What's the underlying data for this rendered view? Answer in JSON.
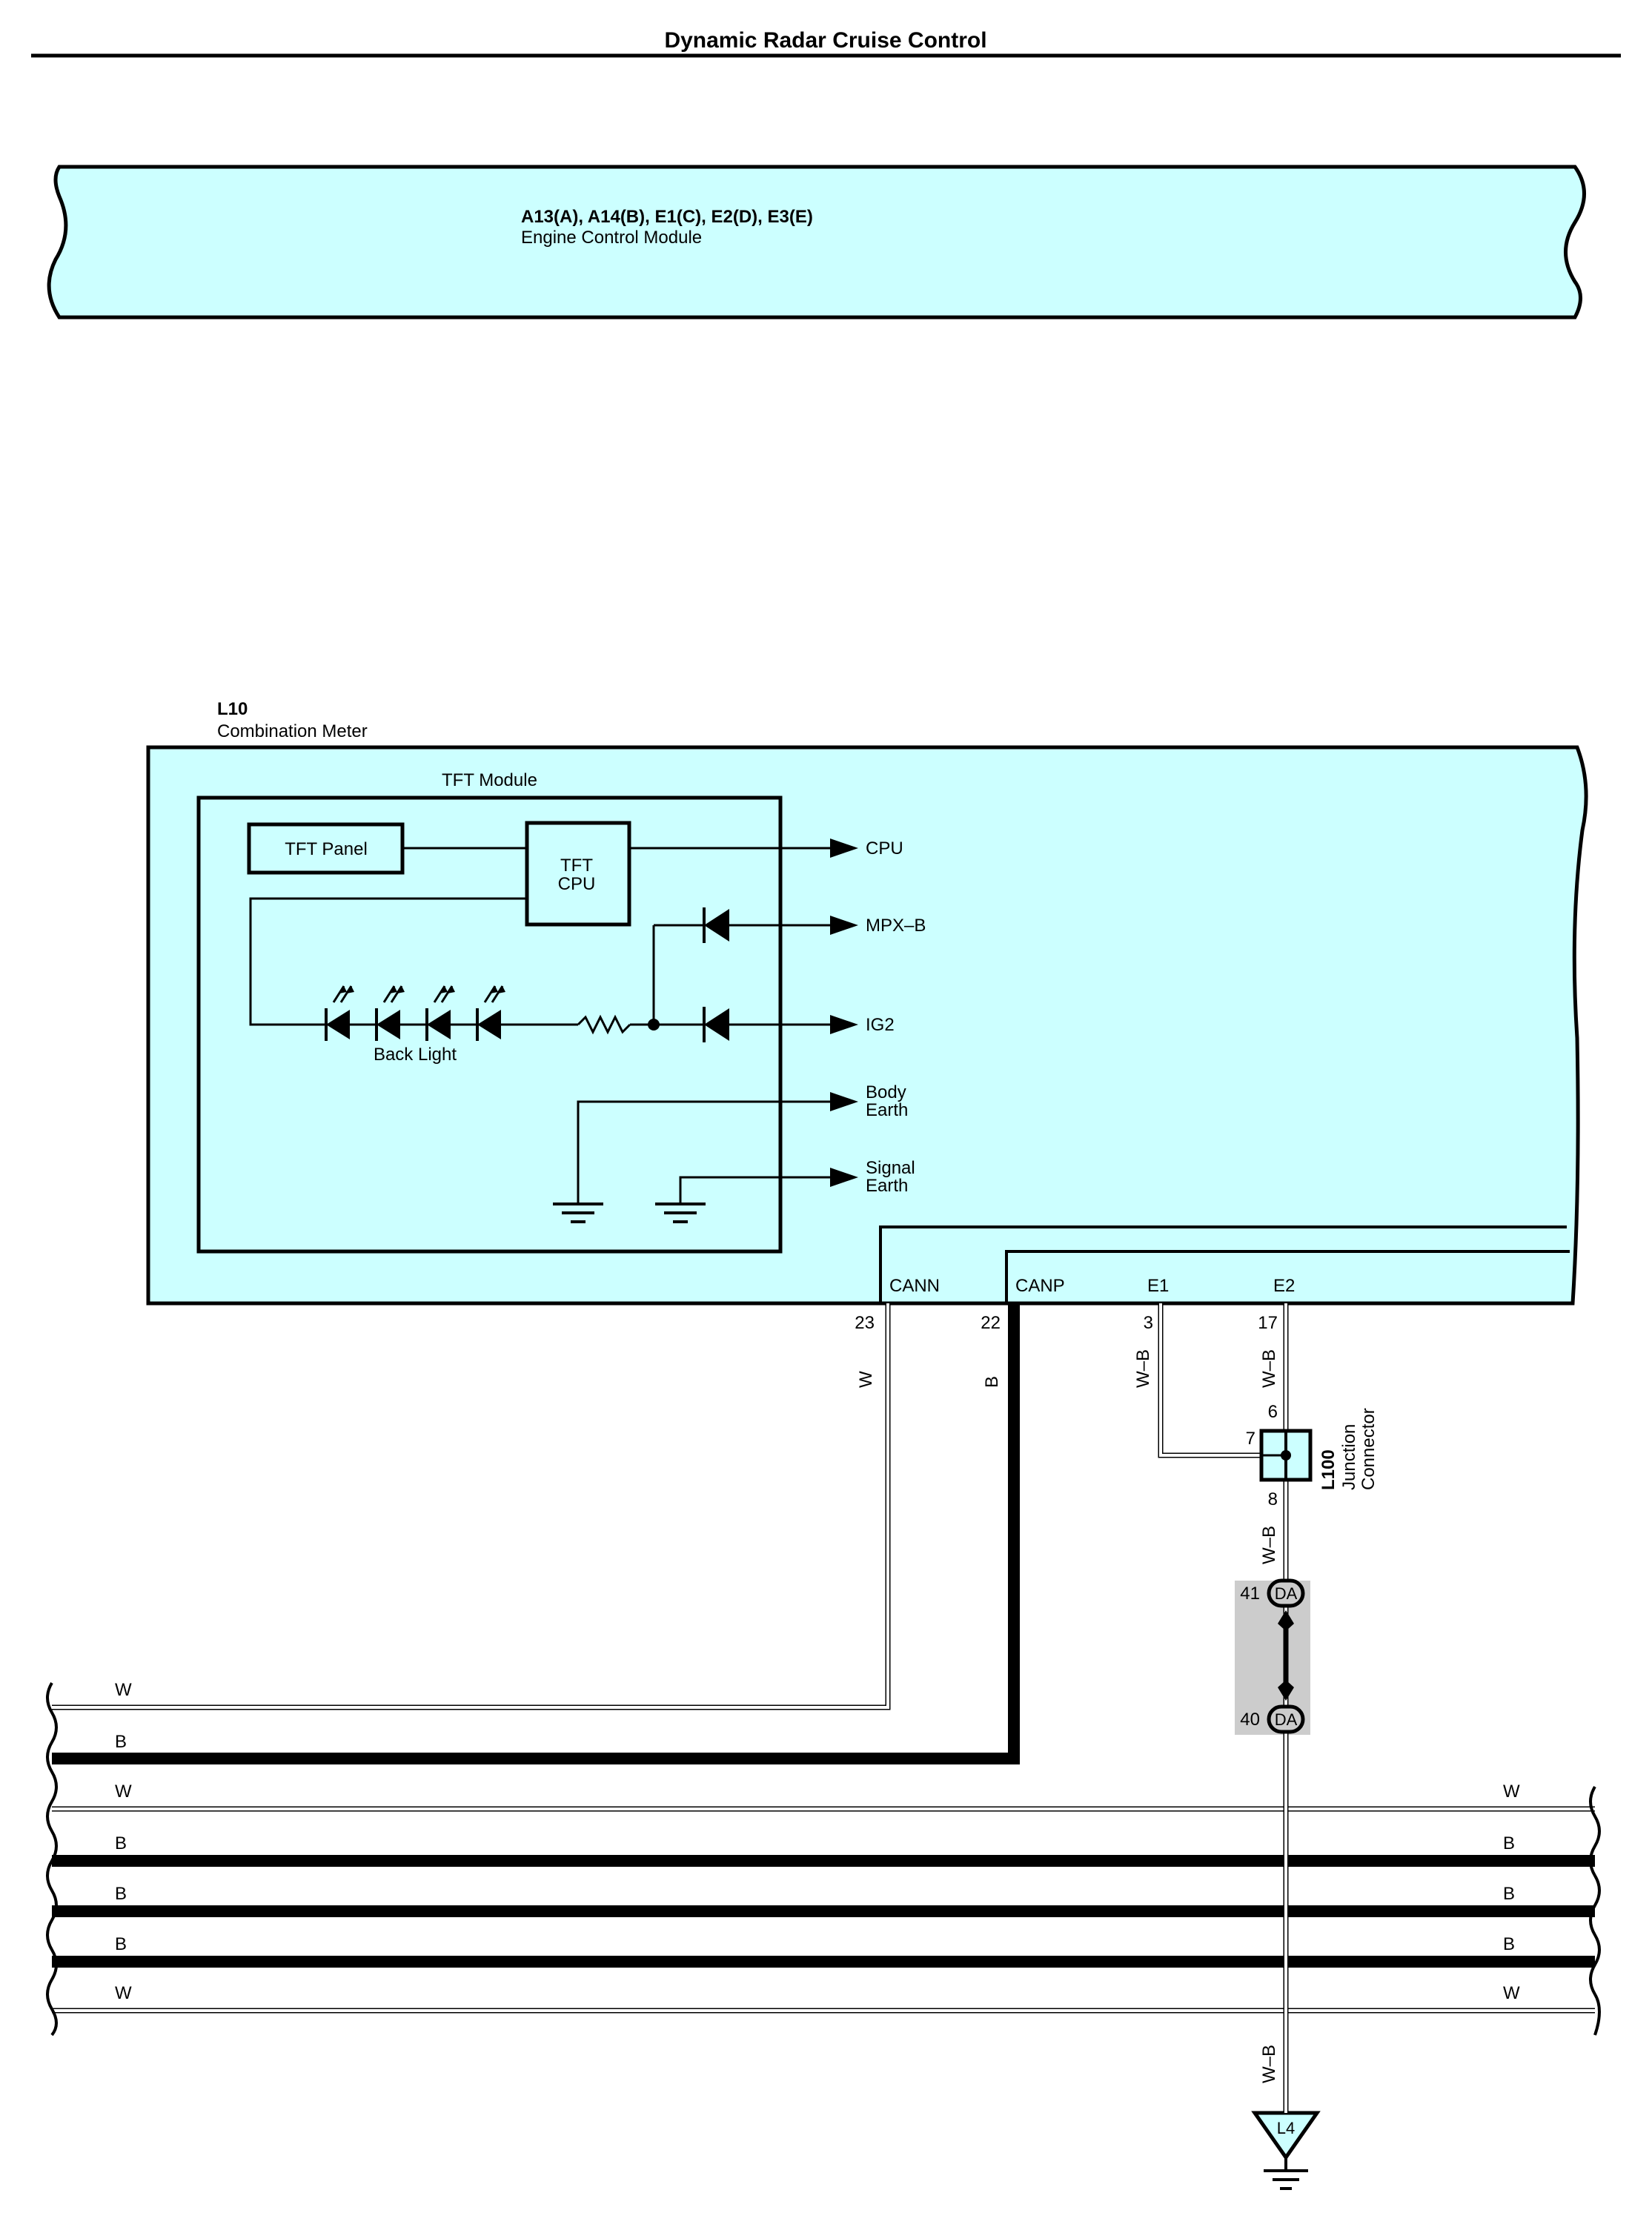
{
  "header": {
    "title": "Dynamic Radar Cruise Control"
  },
  "colors": {
    "component_fill": "#ccffff",
    "stroke": "#000000",
    "shade": "#cccccc"
  },
  "ecm": {
    "connectors": "A13(A), A14(B), E1(C), E2(D), E3(E)",
    "name": "Engine Control Module"
  },
  "meter": {
    "code": "L10",
    "name": "Combination Meter",
    "tft_module": "TFT Module",
    "tft_panel": "TFT Panel",
    "tft_cpu_1": "TFT",
    "tft_cpu_2": "CPU",
    "back_light": "Back Light",
    "out_cpu": "CPU",
    "out_mpxb": "MPX–B",
    "out_ig2": "IG2",
    "out_body_1": "Body",
    "out_body_2": "Earth",
    "out_signal_1": "Signal",
    "out_signal_2": "Earth",
    "pin_cann": "CANN",
    "pin_canp": "CANP",
    "pin_e1": "E1",
    "pin_e2": "E2"
  },
  "pins": {
    "p23": "23",
    "p22": "22",
    "p3": "3",
    "p17": "17",
    "p6": "6",
    "p7": "7",
    "p8": "8",
    "p41": "41",
    "p40": "40"
  },
  "wires": {
    "w": "W",
    "b": "B",
    "wb": "W–B"
  },
  "junction": {
    "code": "L100",
    "name_1": "Junction",
    "name_2": "Connector",
    "da": "DA"
  },
  "ground": {
    "code": "L4"
  },
  "bus": {
    "left": [
      "W",
      "B",
      "W",
      "B",
      "B",
      "B",
      "W"
    ],
    "right": [
      "W",
      "B",
      "B",
      "B",
      "W"
    ]
  }
}
